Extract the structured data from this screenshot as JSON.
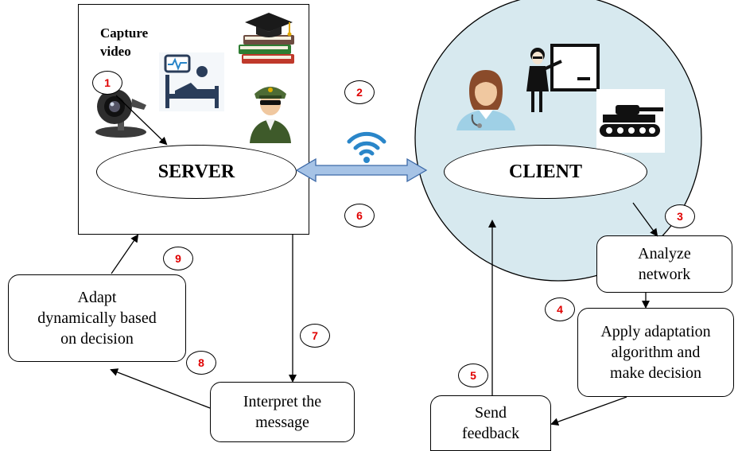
{
  "server": {
    "label": "SERVER",
    "capture_line1": "Capture",
    "capture_line2": "video"
  },
  "client": {
    "label": "CLIENT"
  },
  "boxes": {
    "analyze_line1": "Analyze",
    "analyze_line2": "network",
    "apply_line1": "Apply adaptation",
    "apply_line2": "algorithm and",
    "apply_line3": "make decision",
    "send_line1": "Send",
    "send_line2": "feedback",
    "interpret_line1": "Interpret the",
    "interpret_line2": "message",
    "adapt_line1": "Adapt",
    "adapt_line2": "dynamically based",
    "adapt_line3": "on decision"
  },
  "steps": [
    "1",
    "2",
    "3",
    "4",
    "5",
    "6",
    "7",
    "8",
    "9"
  ],
  "icons": [
    "webcam-icon",
    "hospital-bed-icon",
    "books-icon",
    "soldier-icon",
    "wifi-icon",
    "doctor-icon",
    "teacher-icon",
    "tank-icon"
  ],
  "colors": {
    "client_circle": "#d7e9ef",
    "link_arrow": "#a6c3e6",
    "link_arrow_stroke": "#3d6aa8",
    "step_number": "#e00000",
    "wifi": "#2a86c9"
  }
}
